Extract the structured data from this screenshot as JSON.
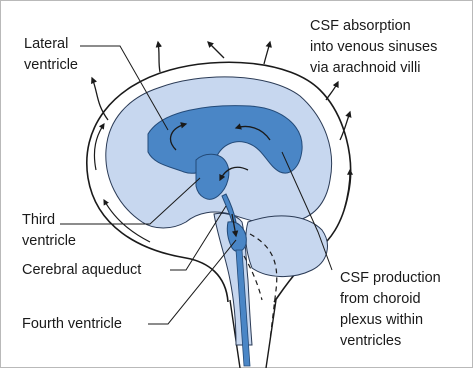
{
  "labels": {
    "lateral_ventricle": [
      "Lateral",
      "ventricle"
    ],
    "third_ventricle": [
      "Third",
      "ventricle"
    ],
    "cerebral_aqueduct": "Cerebral aqueduct",
    "fourth_ventricle": "Fourth ventricle",
    "csf_absorption": [
      "CSF absorption",
      "into venous sinuses",
      "via arachnoid villi"
    ],
    "csf_production": [
      "CSF production",
      "from choroid",
      "plexus within",
      "ventricles"
    ]
  },
  "colors": {
    "brain_fill": "#c7d7ef",
    "ventricle_fill": "#4a86c6",
    "outline": "#1a1a1a",
    "border": "#b9b9b9"
  }
}
